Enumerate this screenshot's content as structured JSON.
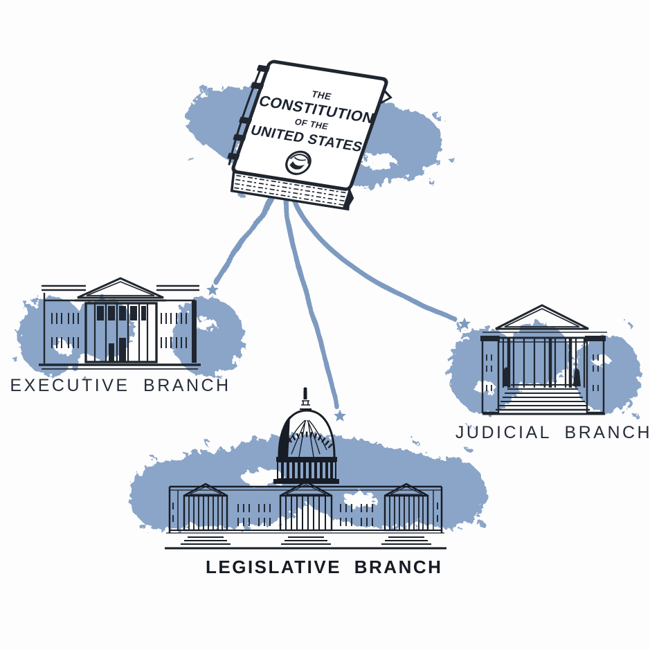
{
  "diagram": {
    "subject": "Constitution book linked to the three branches of U.S. government",
    "book": {
      "title_line1": "THE",
      "title_line2": "CONSTITUTION",
      "title_line3": "OF THE",
      "title_line4": "UNITED STATES",
      "seal_icon": "globe-seal-icon"
    },
    "branches": [
      {
        "label": "EXECUTIVE BRANCH",
        "icon": "white-house-icon"
      },
      {
        "label": "JUDICIAL BRANCH",
        "icon": "supreme-court-icon"
      },
      {
        "label": "LEGISLATIVE BRANCH",
        "icon": "us-capitol-icon"
      }
    ],
    "connectors": {
      "count": 3,
      "style": "curved line ending in star",
      "color": "#7d9ac0"
    },
    "colors": {
      "watercolor_blue": "#8aa5c8",
      "ink": "#20262f",
      "background": "#fdfdfd"
    }
  }
}
